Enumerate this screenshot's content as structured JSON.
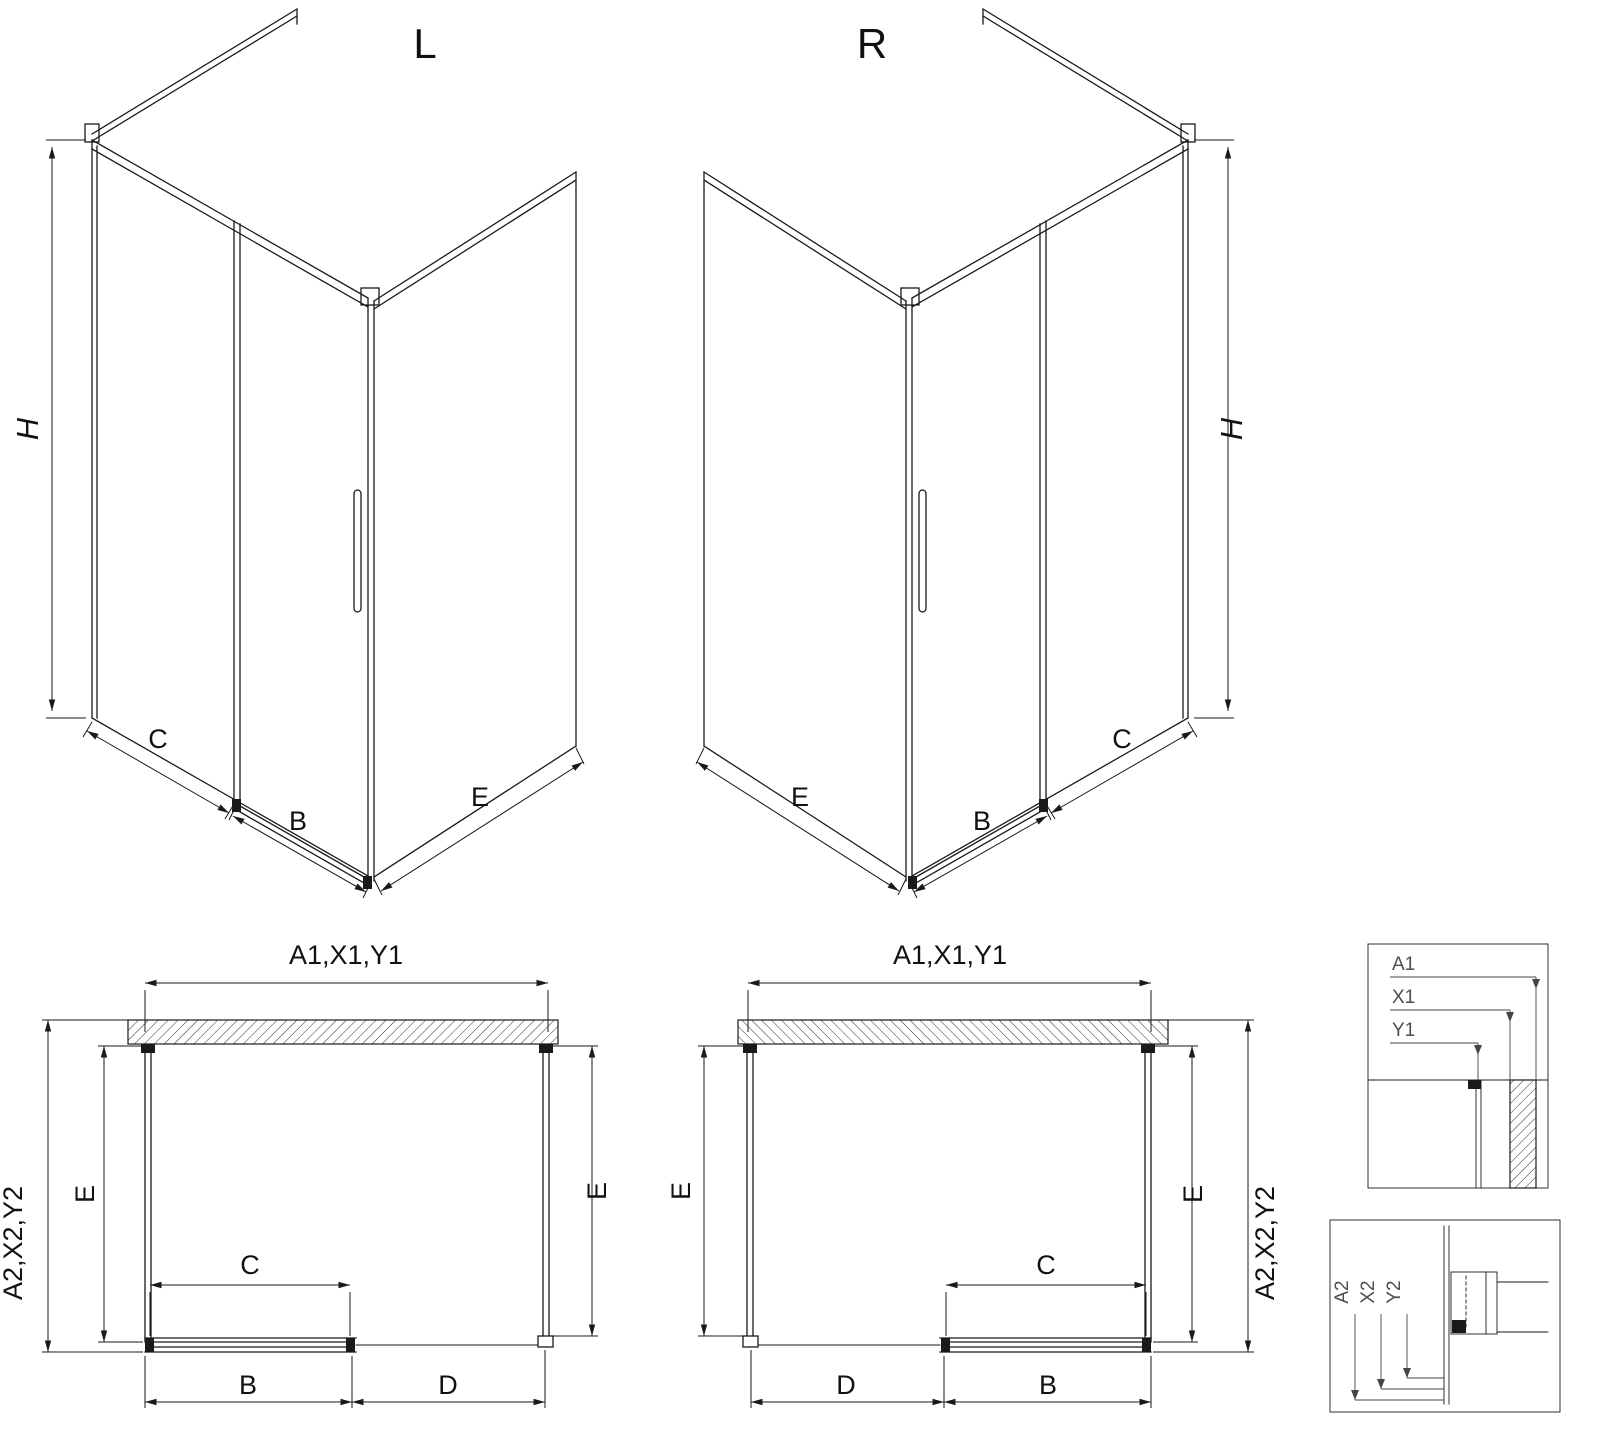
{
  "colors": {
    "line": "#1a1a1a",
    "detail_label": "#4d4d4d",
    "background": "#ffffff"
  },
  "iso_left": {
    "variant_label": "L",
    "dim_height": "H",
    "dim_fixed": "C",
    "dim_door": "B",
    "dim_side": "E"
  },
  "iso_right": {
    "variant_label": "R",
    "dim_height": "H",
    "dim_fixed": "C",
    "dim_door": "B",
    "dim_side": "E"
  },
  "plan_left": {
    "dim_width_top": "A1,X1,Y1",
    "dim_depth_side": "A2,X2,Y2",
    "dim_e_left": "E",
    "dim_e_right": "E",
    "dim_c": "C",
    "dim_b": "B",
    "dim_d": "D"
  },
  "plan_right": {
    "dim_width_top": "A1,X1,Y1",
    "dim_depth_side": "A2,X2,Y2",
    "dim_e_left": "E",
    "dim_e_right": "E",
    "dim_c": "C",
    "dim_b": "B",
    "dim_d": "D"
  },
  "detail_top": {
    "label_a1": "A1",
    "label_x1": "X1",
    "label_y1": "Y1"
  },
  "detail_bottom": {
    "label_a2": "A2",
    "label_x2": "X2",
    "label_y2": "Y2"
  }
}
